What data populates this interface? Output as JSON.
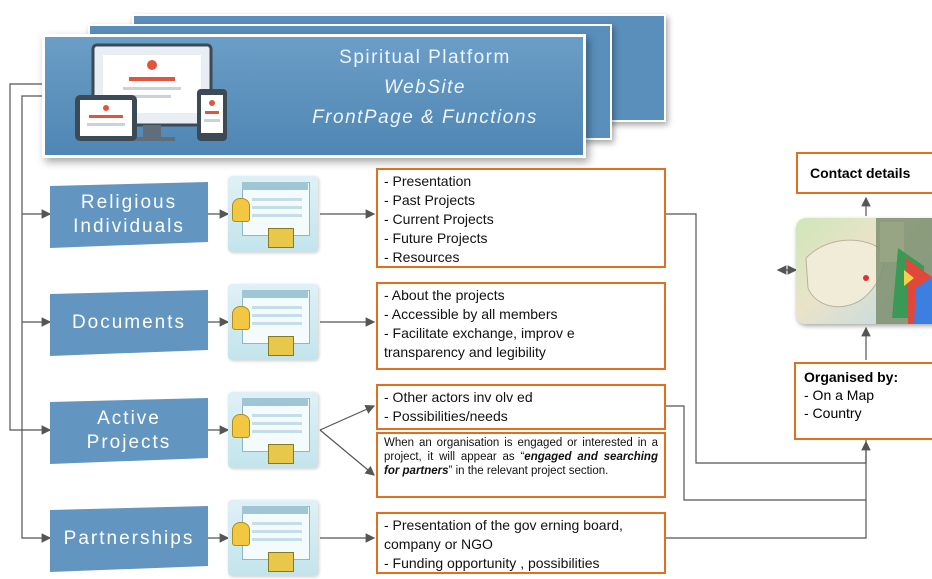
{
  "banner": {
    "line1": "Spiritual Platform",
    "line2": "WebSite",
    "line3": "FrontPage & Functions"
  },
  "categories": [
    {
      "line1": "Religious",
      "line2": "Individuals"
    },
    {
      "line1": "Documents",
      "line2": ""
    },
    {
      "line1": "Active",
      "line2": "Projects"
    },
    {
      "line1": "Partnerships",
      "line2": ""
    }
  ],
  "boxes": {
    "individuals": [
      "- Presentation",
      "- Past Projects",
      "- Current Projects",
      "- Future Projects",
      "- Resources"
    ],
    "documents": [
      "- About the projects",
      "- Accessible by  all members",
      "- Facilitate exchange, improv e",
      "transparency and legibility"
    ],
    "projects": [
      "- Other actors inv olv ed",
      "- Possibilities/needs"
    ],
    "projects_note": {
      "before": "When an organisation is engaged or interested in a project, it will appear as “",
      "bold": "engaged and searching for partners",
      "after": "” in the relevant project section."
    },
    "partnerships": [
      "- Presentation of the gov erning board,",
      "company  or NGO",
      "- Funding opportunity , possibilities"
    ]
  },
  "contact": {
    "label": "Contact details"
  },
  "organised": {
    "title": "Organised by:",
    "items": [
      "- On a Map",
      "- Country"
    ]
  },
  "colors": {
    "banner": "#5a8fbb",
    "accent": "#e07020",
    "text_light": "#eef5fb"
  }
}
